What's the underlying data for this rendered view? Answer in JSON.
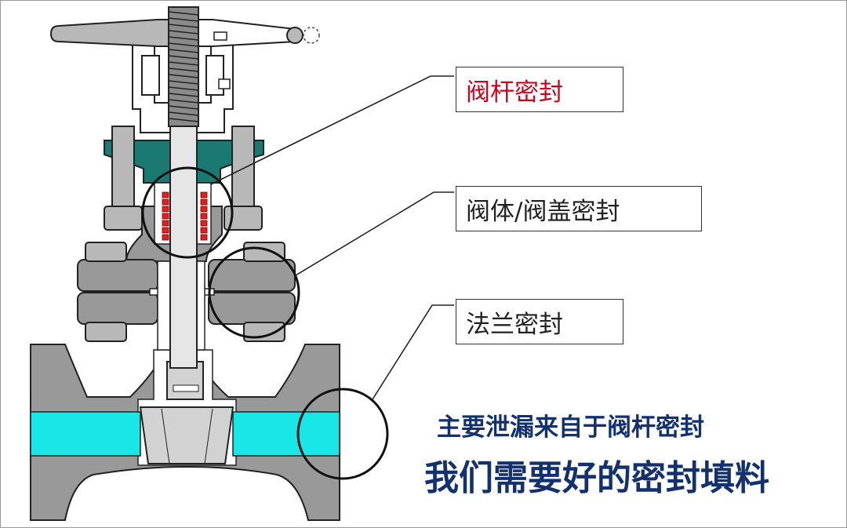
{
  "labels": {
    "stem_seal": "阀杆密封",
    "body_bonnet_seal": "阀体/阀盖密封",
    "flange_seal": "法兰密封"
  },
  "captions": {
    "line1": "主要泄漏来自于阀杆密封",
    "line2": "我们需要好的密封填料"
  },
  "colors": {
    "metal": "#999999",
    "flow_channel": "#19e6e6",
    "gland_flange": "#1a7a72",
    "packing": "#e0201e",
    "stem_label": "#d0021b",
    "caption": "#13316f"
  }
}
